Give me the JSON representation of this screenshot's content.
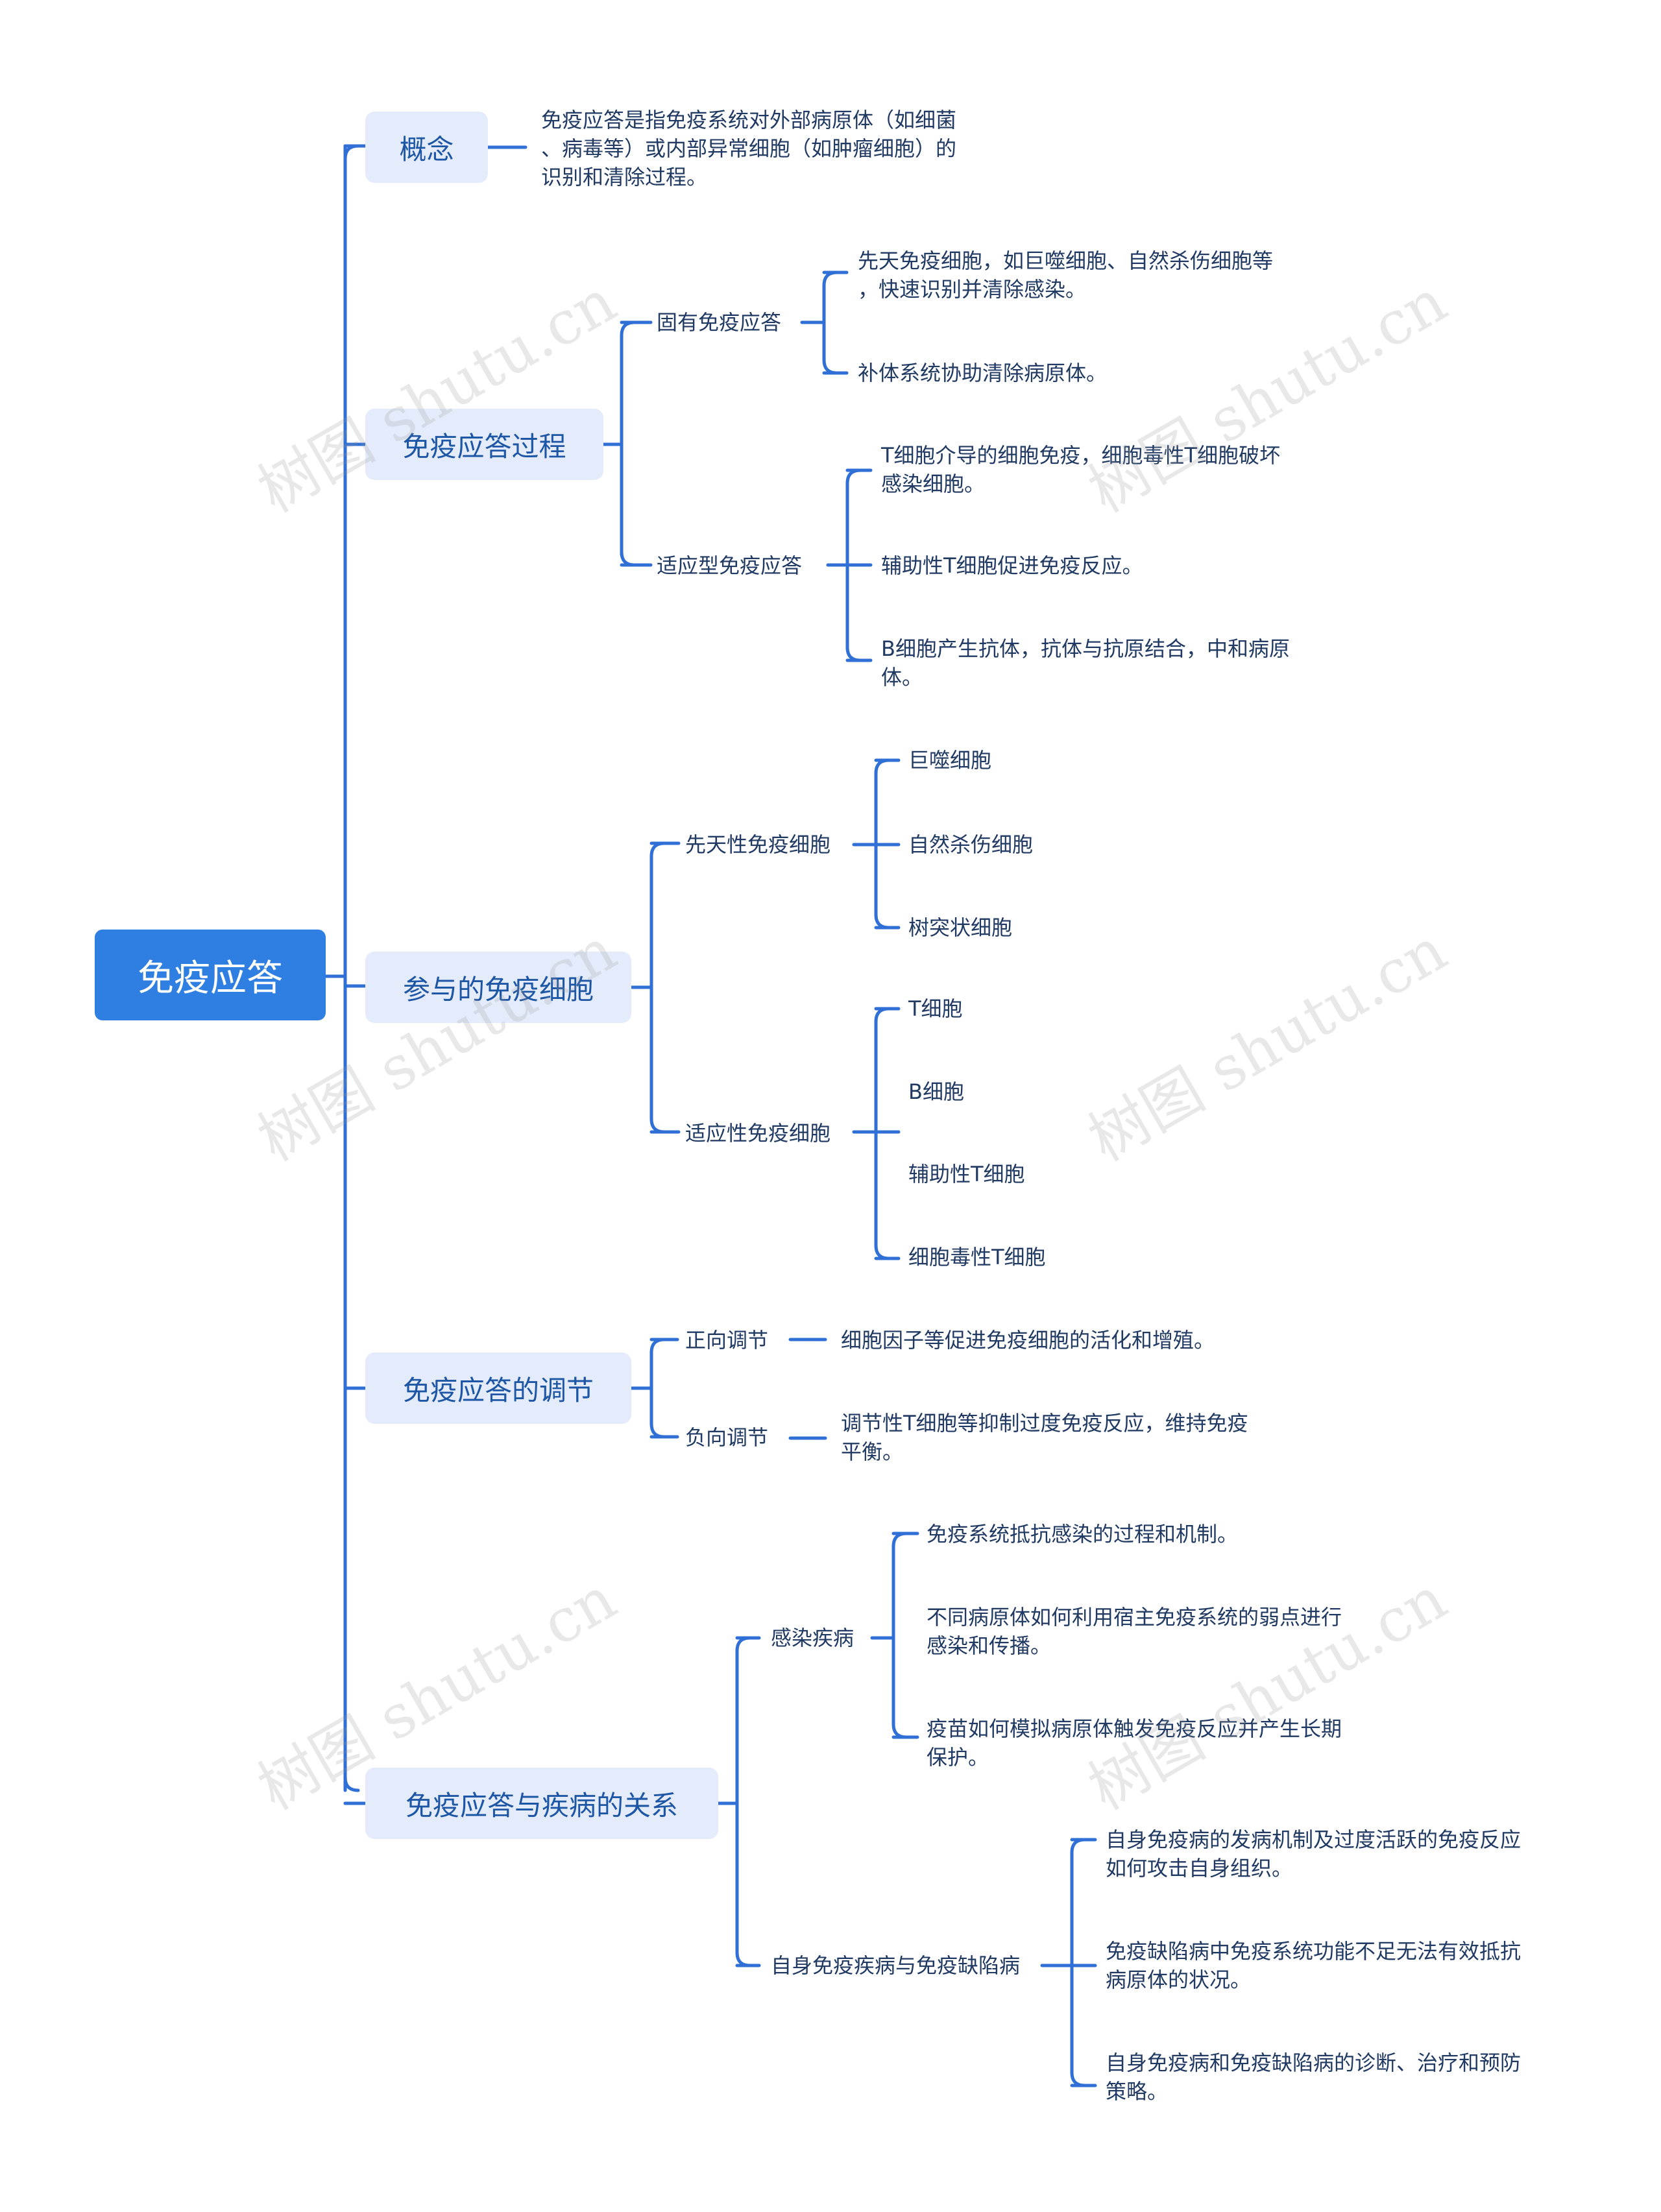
{
  "root": {
    "label": "免疫应答"
  },
  "watermark": "树图 shutu.cn",
  "branches": {
    "concept": {
      "label": "概念",
      "text": [
        "免疫应答是指免疫系统对外部病原体（如细菌",
        "、病毒等）或内部异常细胞（如肿瘤细胞）的",
        "识别和清除过程。"
      ]
    },
    "process": {
      "label": "免疫应答过程",
      "innate": {
        "label": "固有免疫应答",
        "items": [
          [
            "先天免疫细胞，如巨噬细胞、自然杀伤细胞等",
            "，快速识别并清除感染。"
          ],
          [
            "补体系统协助清除病原体。"
          ]
        ]
      },
      "adaptive": {
        "label": "适应型免疫应答",
        "items": [
          [
            "T细胞介导的细胞免疫，细胞毒性T细胞破坏",
            "感染细胞。"
          ],
          [
            "辅助性T细胞促进免疫反应。"
          ],
          [
            "B细胞产生抗体，抗体与抗原结合，中和病原",
            "体。"
          ]
        ]
      }
    },
    "cells": {
      "label": "参与的免疫细胞",
      "innate": {
        "label": "先天性免疫细胞",
        "items": [
          "巨噬细胞",
          "自然杀伤细胞",
          "树突状细胞"
        ]
      },
      "adaptive": {
        "label": "适应性免疫细胞",
        "items": [
          "T细胞",
          "B细胞",
          "辅助性T细胞",
          "细胞毒性T细胞"
        ]
      }
    },
    "regulation": {
      "label": "免疫应答的调节",
      "positive": {
        "label": "正向调节",
        "text": [
          "细胞因子等促进免疫细胞的活化和增殖。"
        ]
      },
      "negative": {
        "label": "负向调节",
        "text": [
          "调节性T细胞等抑制过度免疫反应，维持免疫",
          "平衡。"
        ]
      }
    },
    "disease": {
      "label": "免疫应答与疾病的关系",
      "infection": {
        "label": "感染疾病",
        "items": [
          [
            "免疫系统抵抗感染的过程和机制。"
          ],
          [
            "不同病原体如何利用宿主免疫系统的弱点进行",
            "感染和传播。"
          ],
          [
            "疫苗如何模拟病原体触发免疫反应并产生长期",
            "保护。"
          ]
        ]
      },
      "autoimmune": {
        "label": "自身免疫疾病与免疫缺陷病",
        "items": [
          [
            "自身免疫病的发病机制及过度活跃的免疫反应",
            "如何攻击自身组织。"
          ],
          [
            "免疫缺陷病中免疫系统功能不足无法有效抵抗",
            "病原体的状况。"
          ],
          [
            "自身免疫病和免疫缺陷病的诊断、治疗和预防",
            "策略。"
          ]
        ]
      }
    }
  }
}
